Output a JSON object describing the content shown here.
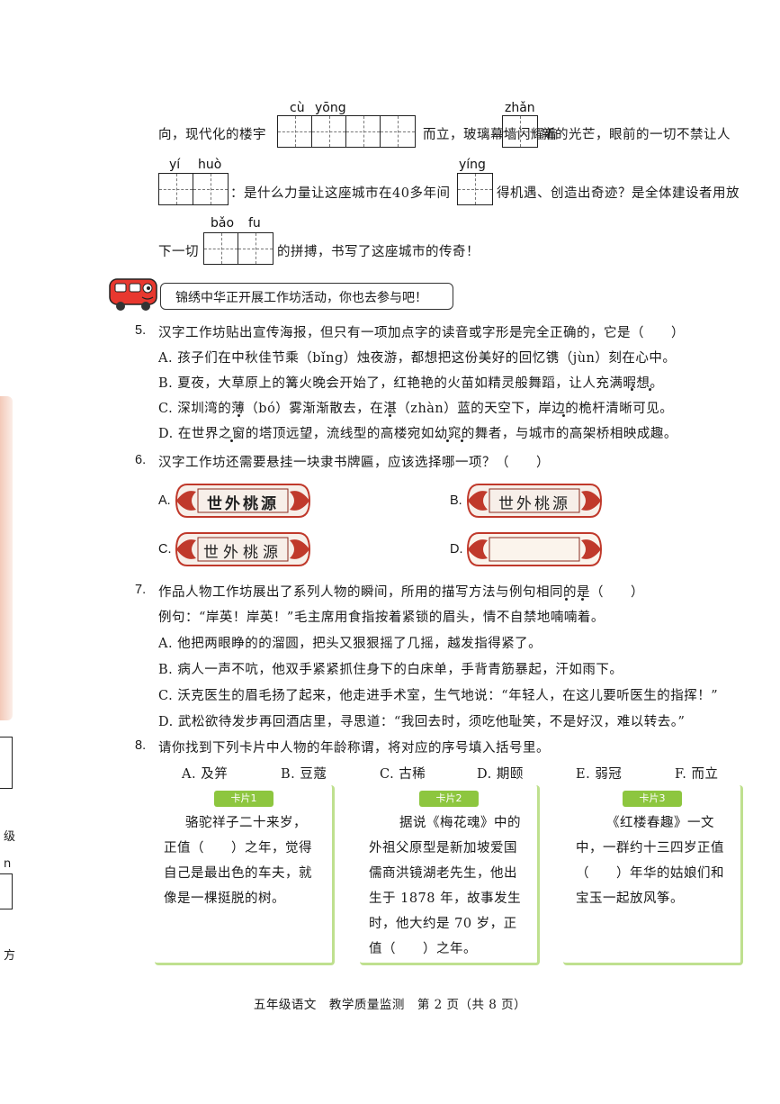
{
  "passage": {
    "line1_pre": "向，现代化的楼宇",
    "line1_mid": "而立，玻璃幕墙闪耀着",
    "line1_post": "新的光芒，眼前的一切不禁让人",
    "line2_post": "：是什么力量让这座城市在40多年间",
    "line2_end": "得机遇、创造出奇迹？是全体建设者用放",
    "line3_pre": "下一切",
    "line3_post": "的拼搏，书写了这座城市的传奇！",
    "pinyin": {
      "cu": "cù",
      "yong": "yōng",
      "zhan": "zhǎn",
      "yi": "yí",
      "huo": "huò",
      "ying": "yíng",
      "bao": "bǎo",
      "fu": "fu"
    }
  },
  "banner": {
    "text": "锦绣中华正开展工作坊活动，你也去参与吧！"
  },
  "q5": {
    "number": "5.",
    "stem": "汉字工作坊贴出宣传海报，但只有一项加点字的读音或字形是完全正确的，它是（　　）",
    "options": [
      "A. 孩子们在中秋佳节乘（bǐng）烛夜游，都想把这份美好的回忆镌（jùn）刻在心中。",
      "B. 夏夜，大草原上的篝火晚会开始了，红艳艳的火苗如精灵般舞蹈，让人充满暇想。",
      "C. 深圳湾的薄（bó）雾渐渐散去，在湛（zhàn）蓝的天空下，岸边的桅杆清晰可见。",
      "D. 在世界之窗的塔顶远望，流线型的高楼宛如幼窕的舞者，与城市的高架桥相映成趣。"
    ]
  },
  "q6": {
    "number": "6.",
    "stem": "汉字工作坊还需要悬挂一块隶书牌匾，应该选择哪一项？（　　）",
    "plaques": [
      {
        "label": "A.",
        "text": "世外桃源"
      },
      {
        "label": "B.",
        "text": "世外桃源"
      },
      {
        "label": "C.",
        "text": "世外桃源"
      },
      {
        "label": "D.",
        "text": ""
      }
    ]
  },
  "q7": {
    "number": "7.",
    "stem": "作品人物工作坊展出了系列人物的瞬间，所用的描写方法与例句相同的是（　　）",
    "example": "例句：“岸英！岸英！”毛主席用食指按着紧锁的眉头，情不自禁地喃喃着。",
    "options": [
      "A. 他把两眼睁的的溜圆，把头又狠狠摇了几摇，越发指得紧了。",
      "B. 病人一声不吭，他双手紧紧抓住身下的白床单，手背青筋暴起，汗如雨下。",
      "C. 沃克医生的眉毛扬了起来，他走进手术室，生气地说：“年轻人，在这儿要听医生的指挥！”",
      "D. 武松欲待发步再回酒店里，寻思道：“我回去时，须吃他耻笑，不是好汉，难以转去。”"
    ]
  },
  "q8": {
    "number": "8.",
    "stem": "请你找到下列卡片中人物的年龄称谓，将对应的序号填入括号里。",
    "choices": [
      "A. 及笄",
      "B. 豆蔻",
      "C. 古稀",
      "D. 期颐",
      "E. 弱冠",
      "F. 而立"
    ],
    "cards": [
      {
        "tag": "卡片1",
        "lines": [
          "骆驼祥子二十来岁，",
          "正值（　　）之年，觉得",
          "自己是最出色的车夫，就",
          "像是一棵挺脱的树。"
        ]
      },
      {
        "tag": "卡片2",
        "lines": [
          "据说《梅花魂》中的",
          "外祖父原型是新加坡爱国",
          "儒商洪镜湖老先生，他出",
          "生于 1878 年，故事发生",
          "时，他大约是 70 岁，正",
          "值（　　）之年。"
        ]
      },
      {
        "tag": "卡片3",
        "lines": [
          "《红楼春趣》一文",
          "中，一群约十三四岁正值",
          "（　　）年华的姑娘们和",
          "宝玉一起放风筝。"
        ]
      }
    ]
  },
  "margin": {
    "chars": [
      "级",
      "n",
      "方"
    ]
  },
  "footer": {
    "text": "五年级语文　教学质量监测　第 2 页（共 8 页）"
  },
  "colors": {
    "card_tag": "#8dc63f",
    "bus": "#e8382f",
    "plaque_frame": "#c0392b"
  }
}
